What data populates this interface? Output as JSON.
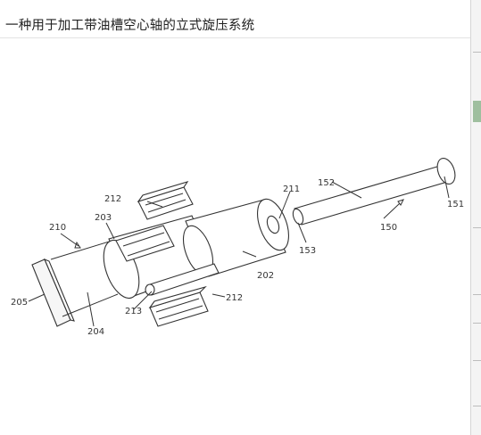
{
  "title": "一种用于加工带油槽空心轴的立式旋压系统",
  "labels": {
    "l210": "210",
    "l203": "203",
    "l212a": "212",
    "l211": "211",
    "l152": "152",
    "l151": "151",
    "l150": "150",
    "l153": "153",
    "l202": "202",
    "l212b": "212",
    "l213": "213",
    "l205": "205",
    "l204": "204"
  }
}
